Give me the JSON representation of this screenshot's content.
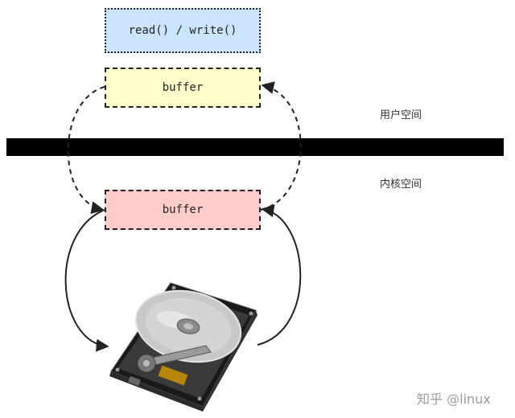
{
  "nodes": {
    "app_call": "read() / write()",
    "user_buffer": "buffer",
    "kernel_buffer": "buffer"
  },
  "zones": {
    "user_space": "用户空间",
    "kernel_space": "内核空间"
  },
  "watermark": "知乎 @linux",
  "device": {
    "icon": "hard-disk-drive-icon"
  },
  "colors": {
    "app_call_fill": "#cce5ff",
    "user_buffer_fill": "#ffffcc",
    "kernel_buffer_fill": "#ffcccc",
    "boundary": "#000000"
  }
}
